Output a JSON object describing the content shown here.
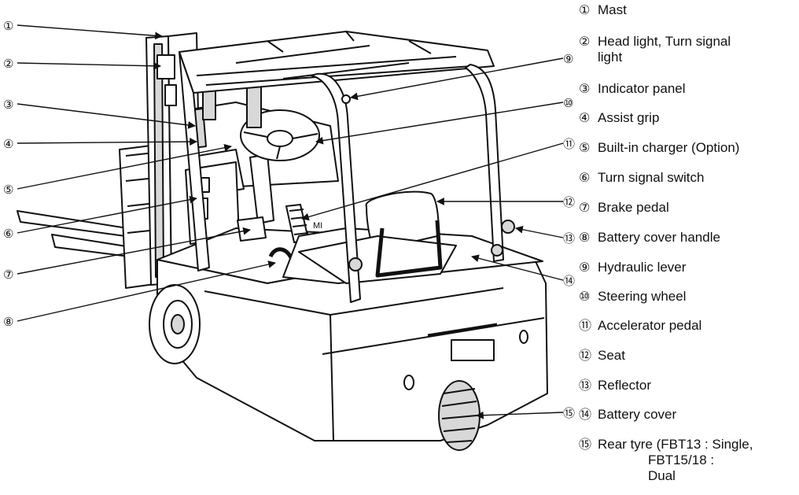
{
  "callouts": [
    "①",
    "②",
    "③",
    "④",
    "⑤",
    "⑥",
    "⑦",
    "⑧",
    "⑨",
    "⑩",
    "⑪",
    "⑫",
    "⑬",
    "⑭",
    "⑮"
  ],
  "legend": [
    {
      "marker": "①",
      "text": "Mast"
    },
    {
      "marker": "②",
      "text": "Head light, Turn signal",
      "cont": "light"
    },
    {
      "marker": "③",
      "text": "Indicator panel"
    },
    {
      "marker": "④",
      "text": "Assist grip"
    },
    {
      "marker": "⑤",
      "text": "Built-in charger (Option)"
    },
    {
      "marker": "⑥",
      "text": "Turn signal switch"
    },
    {
      "marker": "⑦",
      "text": "Brake pedal"
    },
    {
      "marker": "⑧",
      "text": "Battery cover handle"
    },
    {
      "marker": "⑨",
      "text": "Hydraulic lever"
    },
    {
      "marker": "⑩",
      "text": "Steering wheel"
    },
    {
      "marker": "⑪",
      "text": "Accelerator pedal"
    },
    {
      "marker": "⑫",
      "text": "Seat"
    },
    {
      "marker": "⑬",
      "text": "Reflector"
    },
    {
      "marker": "⑭",
      "text": "Battery cover"
    },
    {
      "marker": "⑮",
      "text": "Rear tyre (FBT13 : Single,",
      "cont": "FBT15/18 :",
      "cont2": "Dual"
    }
  ],
  "brand_mark": "MI",
  "colors": {
    "line": "#111111",
    "fill": "#ffffff",
    "shade": "#d8d8d8"
  }
}
